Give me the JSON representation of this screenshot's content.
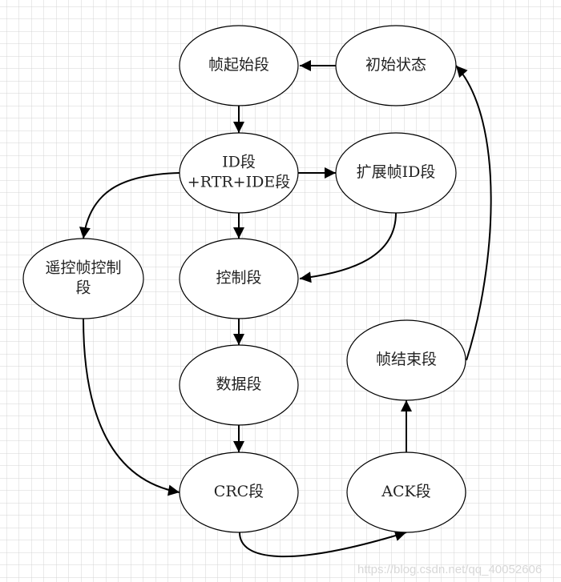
{
  "diagram": {
    "type": "flowchart",
    "background": "grid",
    "nodes": [
      {
        "id": "frame_start",
        "label": [
          "帧起始段"
        ]
      },
      {
        "id": "init_state",
        "label": [
          "初始状态"
        ]
      },
      {
        "id": "id_seg",
        "label": [
          "ID段",
          "+RTR+IDE段"
        ]
      },
      {
        "id": "ext_id",
        "label": [
          "扩展帧ID段"
        ]
      },
      {
        "id": "remote_ctrl",
        "label": [
          "遥控帧控制",
          "段"
        ]
      },
      {
        "id": "ctrl",
        "label": [
          "控制段"
        ]
      },
      {
        "id": "data",
        "label": [
          "数据段"
        ]
      },
      {
        "id": "frame_end",
        "label": [
          "帧结束段"
        ]
      },
      {
        "id": "crc",
        "label": [
          "CRC段"
        ]
      },
      {
        "id": "ack",
        "label": [
          "ACK段"
        ]
      }
    ],
    "edges": [
      {
        "from": "init_state",
        "to": "frame_start"
      },
      {
        "from": "frame_start",
        "to": "id_seg"
      },
      {
        "from": "id_seg",
        "to": "ext_id"
      },
      {
        "from": "id_seg",
        "to": "remote_ctrl"
      },
      {
        "from": "id_seg",
        "to": "ctrl"
      },
      {
        "from": "ext_id",
        "to": "ctrl"
      },
      {
        "from": "ctrl",
        "to": "data"
      },
      {
        "from": "data",
        "to": "crc"
      },
      {
        "from": "remote_ctrl",
        "to": "crc"
      },
      {
        "from": "crc",
        "to": "ack"
      },
      {
        "from": "ack",
        "to": "frame_end"
      },
      {
        "from": "frame_end",
        "to": "init_state"
      }
    ]
  },
  "watermark": "https://blog.csdn.net/qq_40052606",
  "colors": {
    "grid": "#d4d4d4",
    "stroke": "#000000",
    "node_fill": "#ffffff"
  }
}
